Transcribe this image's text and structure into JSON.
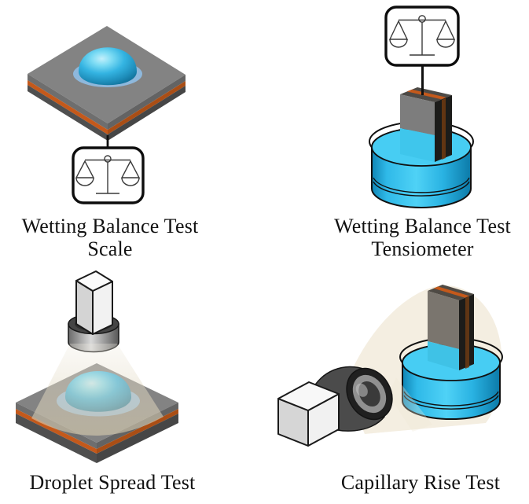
{
  "figure": {
    "panels": [
      {
        "id": "wetting-balance-test-scale",
        "label": "Wetting Balance Test",
        "sublabel": "Scale"
      },
      {
        "id": "wetting-balance-test-tensiometer",
        "label": "Wetting Balance Test",
        "sublabel": "Tensiometer"
      },
      {
        "id": "droplet-spread-test",
        "label": "Droplet Spread Test"
      },
      {
        "id": "capillary-rise-test",
        "label": "Capillary Rise Test"
      }
    ]
  },
  "icons": {
    "balance_scale": "outline balance scale inside rounded square",
    "camera": "isometric camera box with cylindrical lens and light cone"
  },
  "colors": {
    "background": "#ffffff",
    "text": "#111111",
    "outline": "#101010",
    "stripe": "#c4591b",
    "substrate_top": "#838383",
    "substrate_side": "#5a5a5a",
    "solder_droplet": "#2fb4e0",
    "droplet_halo": "#8fbde4",
    "liquid": "#29b6e8",
    "liquid_surface": "#47cdf3",
    "plate_front": "#7d7d7d",
    "plate_side": "#1c1c1a",
    "light_cone": "#e9e0c9",
    "camera_body": "#f2f2f2",
    "lens_dark": "#4b4b4b"
  }
}
